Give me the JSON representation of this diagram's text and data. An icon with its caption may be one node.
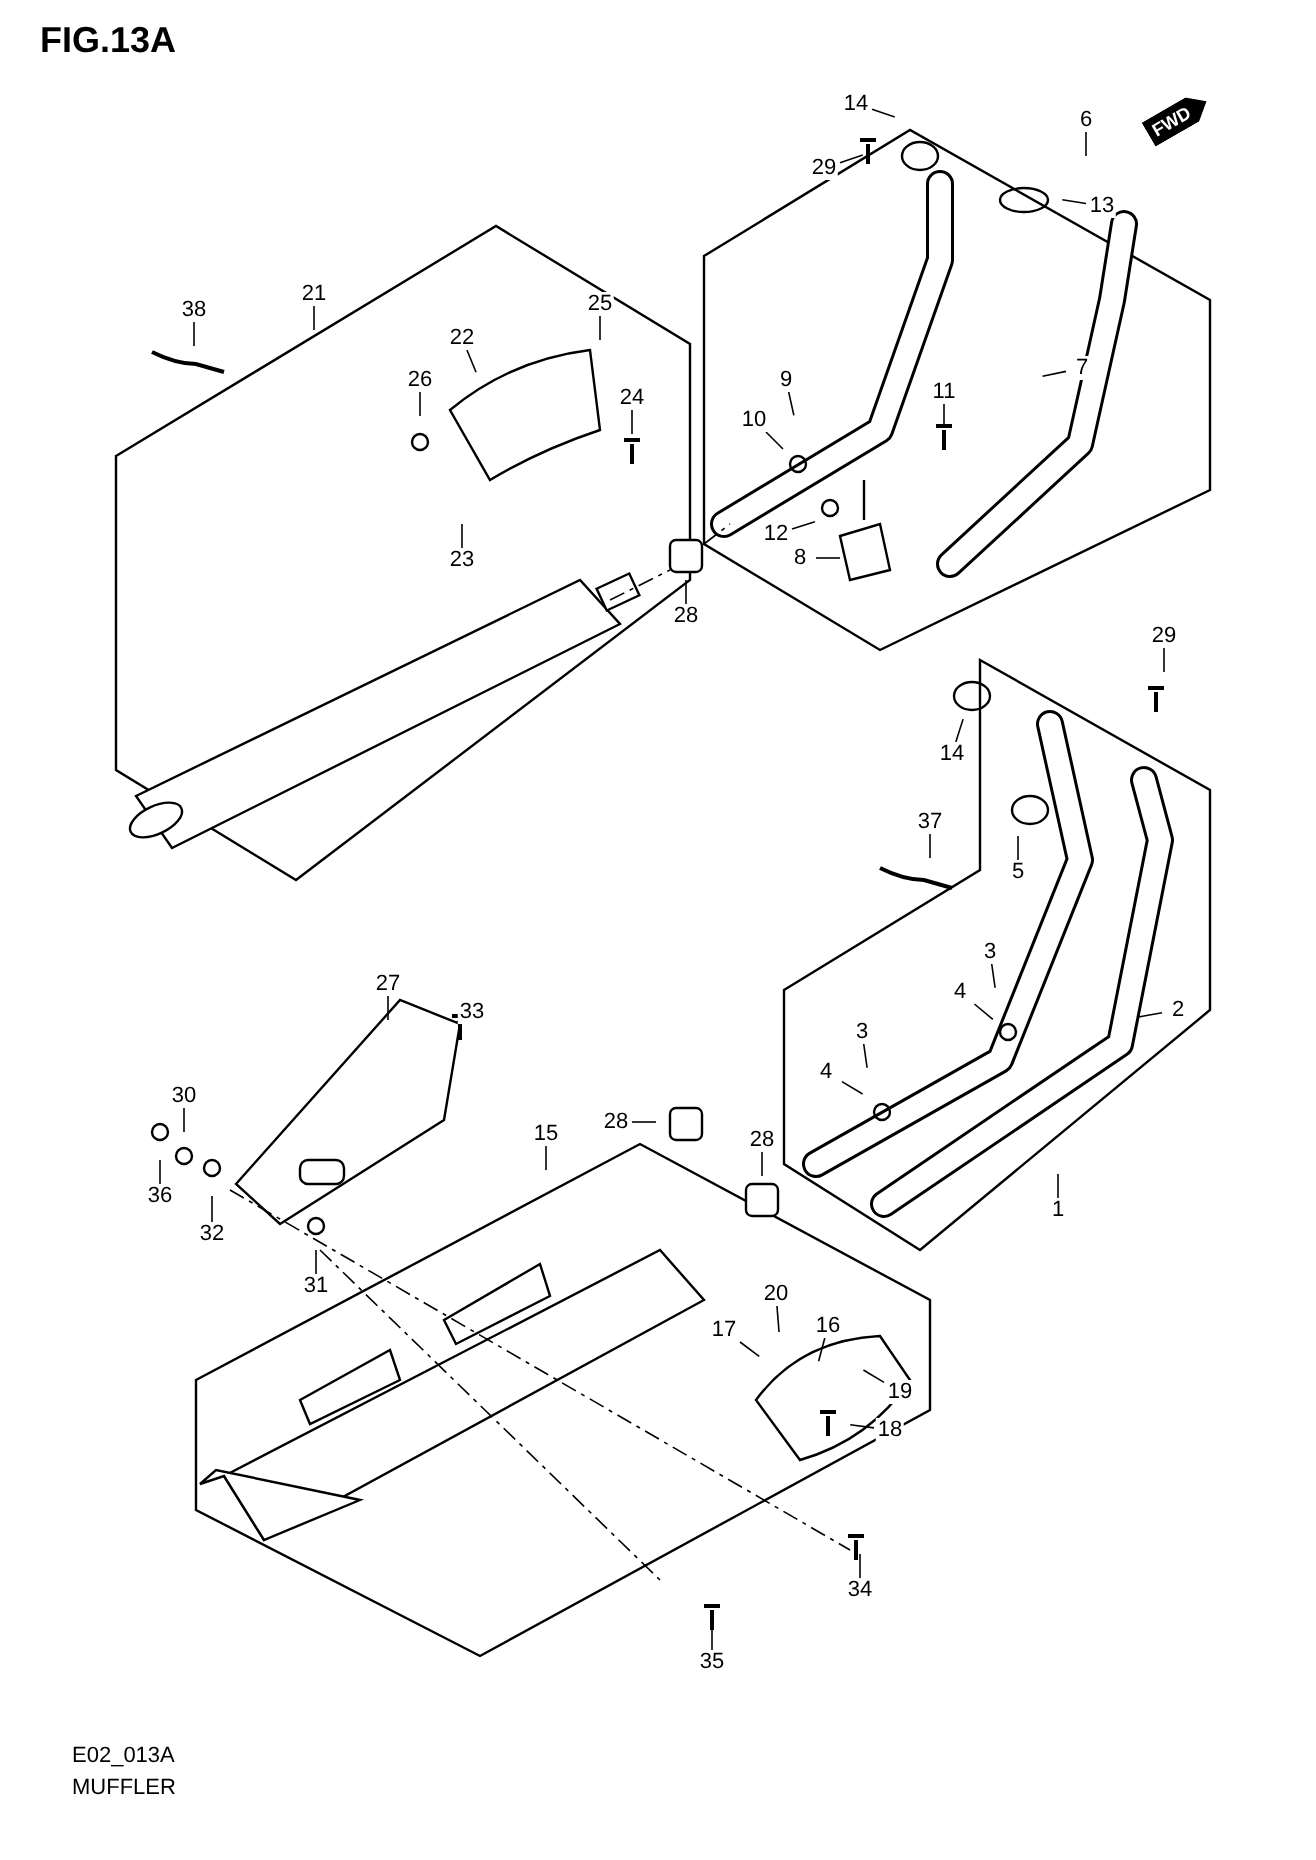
{
  "diagram": {
    "title": "FIG.13A",
    "nodes": [
      {
        "text": [
          "14"
        ]
      },
      {
        "text": [
          "6"
        ]
      },
      {
        "text": [
          "29"
        ]
      },
      {
        "text": [
          "13"
        ]
      },
      {
        "text": [
          "21"
        ]
      },
      {
        "text": [
          "38"
        ]
      },
      {
        "text": [
          "25"
        ]
      },
      {
        "text": [
          "22"
        ]
      },
      {
        "text": [
          "9"
        ]
      },
      {
        "text": [
          "7"
        ]
      },
      {
        "text": [
          "26"
        ]
      },
      {
        "text": [
          "24"
        ]
      },
      {
        "text": [
          "11"
        ]
      },
      {
        "text": [
          "10"
        ]
      },
      {
        "text": [
          "12"
        ]
      },
      {
        "text": [
          "8"
        ]
      },
      {
        "text": [
          "23"
        ]
      },
      {
        "text": [
          "28"
        ]
      },
      {
        "text": [
          "29"
        ]
      },
      {
        "text": [
          "14"
        ]
      },
      {
        "text": [
          "37"
        ]
      },
      {
        "text": [
          "5"
        ]
      },
      {
        "text": [
          "3"
        ]
      },
      {
        "text": [
          "27"
        ]
      },
      {
        "text": [
          "4"
        ]
      },
      {
        "text": [
          "2"
        ]
      },
      {
        "text": [
          "33"
        ]
      },
      {
        "text": [
          "3"
        ]
      },
      {
        "text": [
          "4"
        ]
      },
      {
        "text": [
          "30"
        ]
      },
      {
        "text": [
          "28"
        ]
      },
      {
        "text": [
          "15"
        ]
      },
      {
        "text": [
          "28"
        ]
      },
      {
        "text": [
          "36"
        ]
      },
      {
        "text": [
          "32"
        ]
      },
      {
        "text": [
          "1"
        ]
      },
      {
        "text": [
          "31"
        ]
      },
      {
        "text": [
          "20"
        ]
      },
      {
        "text": [
          "17"
        ]
      },
      {
        "text": [
          "16"
        ]
      },
      {
        "text": [
          "19"
        ]
      },
      {
        "text": [
          "18"
        ]
      },
      {
        "text": [
          "34"
        ]
      },
      {
        "text": [
          "35"
        ]
      }
    ],
    "edges": [
      {
        "from": 0,
        "to": null,
        "arrow": "none"
      },
      {
        "from": 1,
        "to": null,
        "arrow": "none"
      },
      {
        "from": 2,
        "to": null,
        "arrow": "none"
      },
      {
        "from": 3,
        "to": null,
        "arrow": "none"
      },
      {
        "from": 4,
        "to": null,
        "arrow": "none"
      },
      {
        "from": 5,
        "to": null,
        "arrow": "none"
      },
      {
        "from": 6,
        "to": null,
        "arrow": "none"
      },
      {
        "from": 7,
        "to": null,
        "arrow": "none"
      },
      {
        "from": 8,
        "to": null,
        "arrow": "none"
      },
      {
        "from": 9,
        "to": null,
        "arrow": "none"
      },
      {
        "from": 10,
        "to": null,
        "arrow": "none"
      },
      {
        "from": 11,
        "to": null,
        "arrow": "none"
      },
      {
        "from": 12,
        "to": null,
        "arrow": "none"
      },
      {
        "from": 13,
        "to": null,
        "arrow": "none"
      },
      {
        "from": 14,
        "to": null,
        "arrow": "none"
      },
      {
        "from": 15,
        "to": null,
        "arrow": "none"
      },
      {
        "from": 16,
        "to": null,
        "arrow": "none"
      },
      {
        "from": 17,
        "to": null,
        "arrow": "none"
      },
      {
        "from": 18,
        "to": null,
        "arrow": "none"
      },
      {
        "from": 19,
        "to": null,
        "arrow": "none"
      },
      {
        "from": 20,
        "to": null,
        "arrow": "none"
      },
      {
        "from": 21,
        "to": null,
        "arrow": "none"
      },
      {
        "from": 22,
        "to": null,
        "arrow": "none"
      },
      {
        "from": 23,
        "to": null,
        "arrow": "none"
      },
      {
        "from": 24,
        "to": null,
        "arrow": "none"
      },
      {
        "from": 25,
        "to": null,
        "arrow": "none"
      },
      {
        "from": 26,
        "to": null,
        "arrow": "none"
      },
      {
        "from": 27,
        "to": null,
        "arrow": "none"
      },
      {
        "from": 28,
        "to": null,
        "arrow": "none"
      },
      {
        "from": 29,
        "to": null,
        "arrow": "none"
      },
      {
        "from": 30,
        "to": null,
        "arrow": "none"
      },
      {
        "from": 31,
        "to": null,
        "arrow": "none"
      },
      {
        "from": 32,
        "to": null,
        "arrow": "none"
      },
      {
        "from": 33,
        "to": null,
        "arrow": "none"
      },
      {
        "from": 34,
        "to": null,
        "arrow": "none"
      },
      {
        "from": 35,
        "to": null,
        "arrow": "none"
      },
      {
        "from": 36,
        "to": null,
        "arrow": "none"
      },
      {
        "from": 37,
        "to": null,
        "arrow": "none"
      },
      {
        "from": 38,
        "to": null,
        "arrow": "none"
      },
      {
        "from": 39,
        "to": null,
        "arrow": "none"
      },
      {
        "from": 40,
        "to": null,
        "arrow": "none"
      },
      {
        "from": 41,
        "to": null,
        "arrow": "none"
      },
      {
        "from": 42,
        "to": null,
        "arrow": "none"
      },
      {
        "from": 43,
        "to": null,
        "arrow": "none"
      }
    ],
    "labels": [
      "FWD",
      "E02_013A",
      "MUFFLER"
    ]
  }
}
